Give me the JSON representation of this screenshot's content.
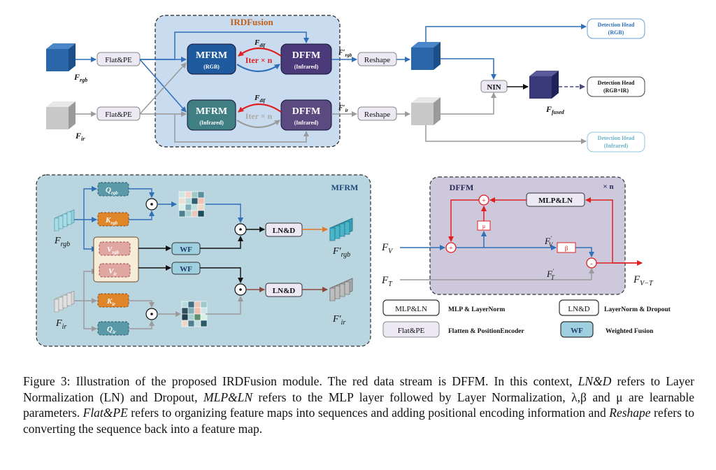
{
  "top": {
    "irdfusion_title": "IRDFusion",
    "flatpe_rgb": "Flat&PE",
    "flatpe_ir": "Flat&PE",
    "label_frgb": "F",
    "label_frgb_sub": "rgb",
    "label_fir": "F",
    "label_fir_sub": "ir",
    "mfrm_rgb_title": "MFRM",
    "mfrm_rgb_sub": "(RGB)",
    "dffm_top_title": "DFFM",
    "dffm_top_sub": "(Infrared)",
    "mfrm_ir_title": "MFRM",
    "mfrm_ir_sub": "(Infrared)",
    "dffm_bot_title": "DFFM",
    "dffm_bot_sub": "(Infrared)",
    "fdif_top": "F",
    "fdif_top_sub": "dif",
    "fdif_bot": "F",
    "fdif_bot_sub": "dif",
    "iter_top": "Iter × n",
    "iter_bot": "Iter × n",
    "frgb_prime": "F′",
    "frgb_prime_sub": "rgb",
    "fir_prime": "F′",
    "fir_prime_sub": "ir",
    "reshape_top": "Reshape",
    "reshape_bot": "Reshape",
    "nin": "NIN",
    "ffused": "F",
    "ffused_sub": "fused",
    "det_rgb_1": "Detection Head",
    "det_rgb_2": "(RGB)",
    "det_fused_1": "Detection Head",
    "det_fused_2": "(RGB+IR)",
    "det_ir_1": "Detection Head",
    "det_ir_2": "(Infrared)"
  },
  "mfrm": {
    "title": "MFRM",
    "q_rgb": "Q",
    "q_rgb_sub": "rgb",
    "k_rgb": "K",
    "k_rgb_sub": "rgb",
    "v_rgb": "V",
    "v_rgb_sub": "rgb",
    "v_ir": "V",
    "v_ir_sub": "ir",
    "k_ir": "K",
    "k_ir_sub": "ir",
    "q_ir": "Q",
    "q_ir_sub": "ir",
    "wf1": "WF",
    "wf2": "WF",
    "lnd_top": "LN&D",
    "lnd_bot": "LN&D",
    "in_rgb": "F",
    "in_rgb_sub": "rgb",
    "in_ir": "F",
    "in_ir_sub": "ir",
    "out_rgb": "F′",
    "out_rgb_sub": "rgb",
    "out_ir": "F′",
    "out_ir_sub": "ir"
  },
  "dffm": {
    "title": "DFFM",
    "times_n": "× n",
    "mlp_ln": "MLP&LN",
    "mu": "μ",
    "beta": "β",
    "fv": "F",
    "fv_sub": "V",
    "ft": "F",
    "ft_sub": "T",
    "fv_prime": "F",
    "fv_prime_sub": "V",
    "ft_prime": "F",
    "ft_prime_sub": "T",
    "fvt": "F",
    "fvt_sub": "V−T",
    "plus": "+",
    "minus": "-",
    "prime": "′"
  },
  "legend": {
    "mlp_key": "MLP&LN",
    "mlp_desc": "MLP & LayerNorm",
    "lnd_key": "LN&D",
    "lnd_desc": "LayerNorm & Dropout",
    "flat_key": "Flat&PE",
    "flat_desc": "Flatten & PositionEncoder",
    "wf_key": "WF",
    "wf_desc": "Weighted Fusion"
  },
  "caption": {
    "p1": "Figure 3: Illustration of the proposed IRDFusion module. The red data stream is DFFM. In this context,",
    "p2a": "LN&D",
    "p2b": " refers to Layer Normalization (LN) and Dropout, ",
    "p2c": "MLP&LN",
    "p2d": " refers to the MLP layer followed by",
    "p3a": "Layer Normalization, λ,β and μ are learnable parameters. ",
    "p3b": "Flat&PE",
    "p3c": " refers to organizing feature maps into",
    "p4a": "sequences and adding positional encoding information and ",
    "p4b": "Reshape",
    "p4c": " refers to converting the sequence back",
    "p5": "into a feature map."
  },
  "colors": {
    "blue_line": "#2f6fb8",
    "gray_line": "#9a9a9a",
    "red_line": "#e02020",
    "brown_line": "#8a4a3a",
    "orange_line": "#e07a2a",
    "irdf_bg": "#c9dcef",
    "mfrm_bg": "#b9d5e0",
    "dffm_bg": "#cdc8dc"
  }
}
